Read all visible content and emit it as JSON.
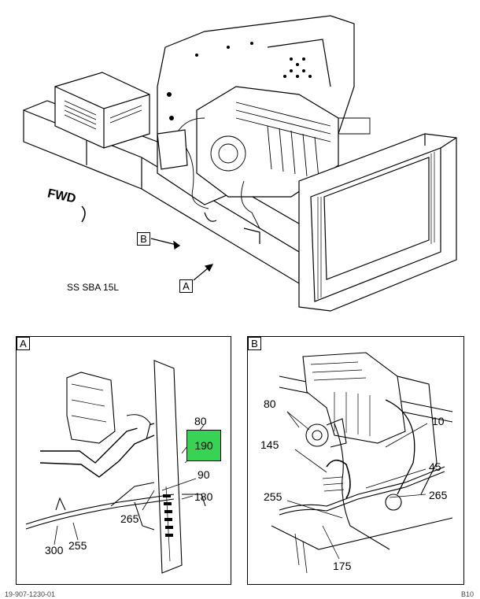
{
  "main_view": {
    "fwd_label": "FWD",
    "callout_a": "A",
    "callout_b": "B",
    "model_label": "SS SBA 15L"
  },
  "detail_a": {
    "tag": "A",
    "labels": [
      "80",
      "190",
      "90",
      "265",
      "180",
      "300",
      "255"
    ],
    "highlight_color": "#39d353"
  },
  "detail_b": {
    "tag": "B",
    "labels": [
      "80",
      "10",
      "145",
      "45",
      "255",
      "265",
      "175"
    ]
  },
  "footer": {
    "left_code": "19-907-1230-01",
    "right_code": "B10"
  }
}
